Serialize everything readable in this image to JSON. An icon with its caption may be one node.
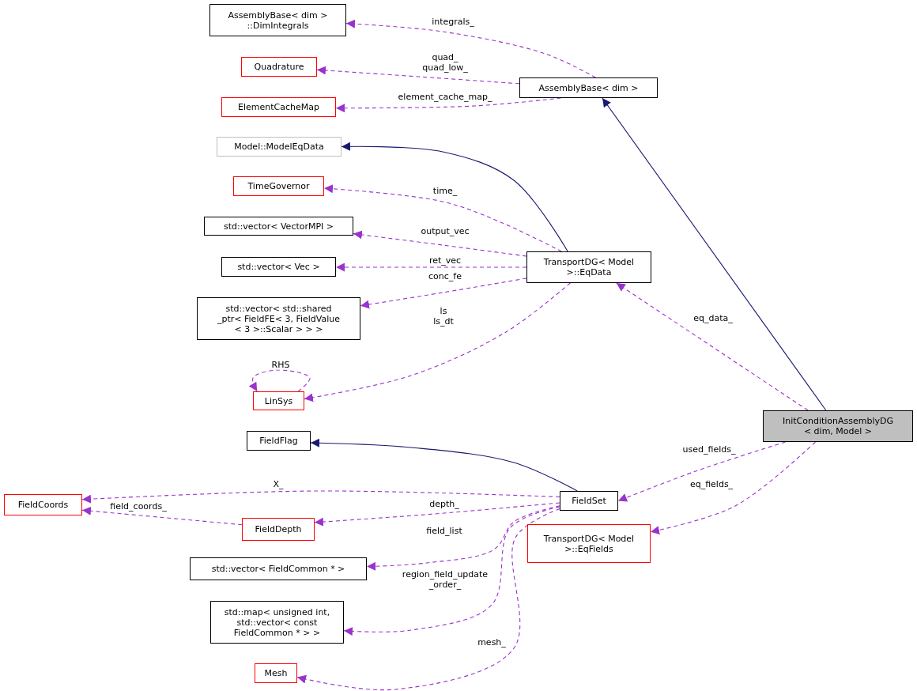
{
  "diagram": {
    "nodes": [
      {
        "text": [
          "AssemblyBase< dim > ::DimIntegrals"
        ]
      },
      {
        "text": [
          "Quadrature"
        ]
      },
      {
        "text": [
          "ElementCacheMap"
        ]
      },
      {
        "text": [
          "AssemblyBase< dim >"
        ]
      },
      {
        "text": [
          "Model::ModelEqData"
        ]
      },
      {
        "text": [
          "TimeGovernor"
        ]
      },
      {
        "text": [
          "std::vector< VectorMPI >"
        ]
      },
      {
        "text": [
          "std::vector< Vec >"
        ]
      },
      {
        "text": [
          "std::vector< std::shared _ptr< FieldFE< 3, FieldValue < 3 >::Scalar > > >"
        ]
      },
      {
        "text": [
          "LinSys"
        ]
      },
      {
        "text": [
          "TransportDG< Model >::EqData"
        ]
      },
      {
        "text": [
          "InitConditionAssemblyDG < dim, Model >"
        ]
      },
      {
        "text": [
          "FieldFlag"
        ]
      },
      {
        "text": [
          "FieldCoords"
        ]
      },
      {
        "text": [
          "FieldSet"
        ]
      },
      {
        "text": [
          "FieldDepth"
        ]
      },
      {
        "text": [
          "TransportDG< Model >::EqFields"
        ]
      },
      {
        "text": [
          "std::vector< FieldCommon * >"
        ]
      },
      {
        "text": [
          "std::map< unsigned int, std::vector< const FieldCommon * > >"
        ]
      },
      {
        "text": [
          "Mesh"
        ]
      }
    ],
    "edges": [
      {
        "from": 3,
        "to": 0,
        "arrow": "to",
        "label": "integrals_",
        "style": "dashed"
      },
      {
        "from": 3,
        "to": 1,
        "arrow": "to",
        "label": "quad_ quad_low_",
        "style": "dashed"
      },
      {
        "from": 3,
        "to": 2,
        "arrow": "to",
        "label": "element_cache_map_",
        "style": "dashed"
      },
      {
        "from": 11,
        "to": 3,
        "arrow": "to",
        "color": "#191970"
      },
      {
        "from": 10,
        "to": 4,
        "arrow": "to",
        "color": "#191970"
      },
      {
        "from": 10,
        "to": 5,
        "arrow": "to",
        "label": "time_",
        "style": "dashed"
      },
      {
        "from": 10,
        "to": 6,
        "arrow": "to",
        "label": "output_vec",
        "style": "dashed"
      },
      {
        "from": 10,
        "to": 7,
        "arrow": "to",
        "label": "ret_vec",
        "style": "dashed"
      },
      {
        "from": 10,
        "to": 8,
        "arrow": "to",
        "label": "conc_fe",
        "style": "dashed"
      },
      {
        "from": 10,
        "to": 9,
        "arrow": "to",
        "label": "ls ls_dt",
        "style": "dashed"
      },
      {
        "from": 9,
        "to": 9,
        "arrow": "to",
        "label": "RHS",
        "style": "dashed"
      },
      {
        "from": 11,
        "to": 10,
        "arrow": "to",
        "label": "eq_data_",
        "style": "dashed"
      },
      {
        "from": 14,
        "to": 12,
        "arrow": "to",
        "color": "#191970"
      },
      {
        "from": 11,
        "to": 14,
        "arrow": "to",
        "label": "used_fields_",
        "style": "dashed"
      },
      {
        "from": 11,
        "to": 16,
        "arrow": "to",
        "label": "eq_fields_",
        "style": "dashed"
      },
      {
        "from": 14,
        "to": 13,
        "arrow": "to",
        "label": "X_",
        "style": "dashed"
      },
      {
        "from": 15,
        "to": 13,
        "arrow": "to",
        "label": "field_coords_",
        "style": "dashed"
      },
      {
        "from": 14,
        "to": 15,
        "arrow": "to",
        "label": "depth_",
        "style": "dashed"
      },
      {
        "from": 14,
        "to": 17,
        "arrow": "to",
        "label": "field_list",
        "style": "dashed"
      },
      {
        "from": 14,
        "to": 18,
        "arrow": "to",
        "label": "region_field_update _order_",
        "style": "dashed"
      },
      {
        "from": 14,
        "to": 19,
        "arrow": "to",
        "label": "mesh_",
        "style": "dashed"
      }
    ]
  }
}
